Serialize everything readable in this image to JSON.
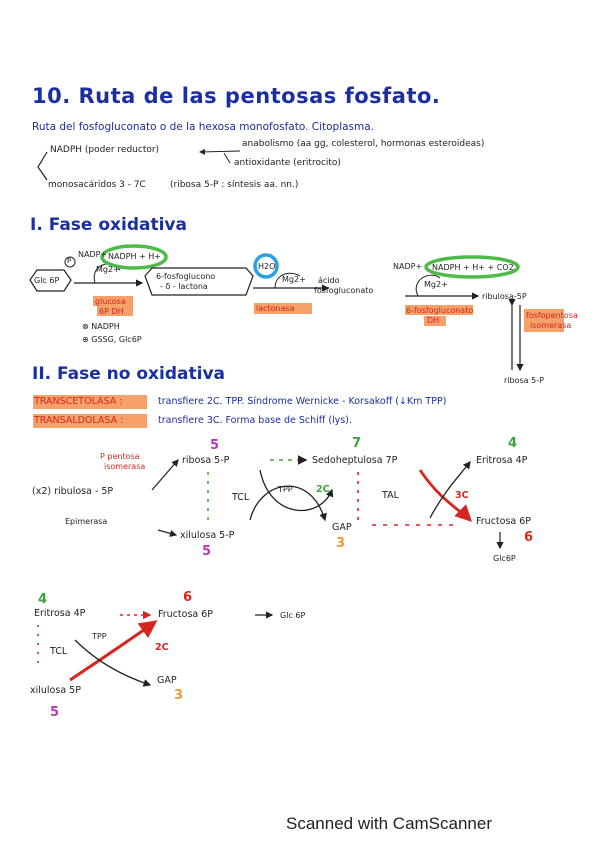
{
  "header": {
    "title": "10. Ruta de las pentosas fosfato.",
    "subtitle": "Ruta del fosfogluconato o de la hexosa monofosfato. Citoplasma.",
    "nadph_label": "NADPH (poder reductor)",
    "nadph_uses": [
      "anabolismo (aa gg, colesterol, hormonas esteroideas)",
      "antioxidante (eritrocito)"
    ],
    "monosac_label": "monosacáridos 3 - 7C",
    "monosac_note": "(ribosa 5-P : síntesis aa. nn.)"
  },
  "oxidative": {
    "heading": "I. Fase oxidativa",
    "p_mark": "P",
    "glc6p": "Glc 6P",
    "nadp1": "NADP+",
    "nadph1": "NADPH + H+",
    "mg1": "Mg2+",
    "product1_line1": "6-fosfoglucono",
    "product1_line2": "- δ - lactona",
    "enzyme1_line1": "glucosa",
    "enzyme1_line2": "6P DH",
    "inhib_minus": "⊗ NADPH",
    "inhib_plus": "⊕ GSSG, Glc6P",
    "h2o": "H2O",
    "mg2": "Mg2+",
    "lactonasa": "lactonasa",
    "acido_line1": "ácido",
    "acido_line2": "fosfogluconato",
    "nadp2": "NADP+",
    "nadph2": "NADPH + H+ + CO2",
    "mg3": "Mg2+",
    "enzyme3_line1": "6-fosfogluconato",
    "enzyme3_line2": "DH",
    "ribulosa": "ribulosa-5P",
    "isomerasa_line1": "fosfopentosa",
    "isomerasa_line2": "isomerasa",
    "ribosa5p": "ribosa 5-P"
  },
  "nonoxidative": {
    "heading": "II. Fase no oxidativa",
    "transcetolasa_label": "TRANSCETOLASA :",
    "transcetolasa_text": "transfiere 2C. TPP. Síndrome Wernicke - Korsakoff (↓Km TPP)",
    "transaldolasa_label": "TRANSALDOLASA :",
    "transaldolasa_text": "transfiere 3C. Forma base de Schiff (lys).",
    "pentosa_iso_line1": "P pentosa",
    "pentosa_iso_line2": "isomerasa",
    "epimerasa": "Epimerasa",
    "ribulosa_x2": "(x2) ribulosa - 5P",
    "ribosa5p": "ribosa 5-P",
    "xilulosa5p": "xilulosa 5-P",
    "sedoheptulosa": "Sedoheptulosa 7P",
    "gap": "GAP",
    "eritrosa": "Eritrosa 4P",
    "fructosa": "Fructosa 6P",
    "glc6p": "Glc6P",
    "tcl": "TCL",
    "tpp": "TPP",
    "two_c": "2C",
    "tal": "TAL",
    "three_c": "3C",
    "n5": "5",
    "n7": "7",
    "n4": "4",
    "n6": "6",
    "n3": "3",
    "n5b": "5"
  },
  "third": {
    "n4": "4",
    "n6": "6",
    "eritrosa": "Eritrosa 4P",
    "fructosa": "Fructosa 6P",
    "glc": "Glc 6P",
    "tpp": "TPP",
    "tcl": "TCL",
    "two_c": "2C",
    "gap": "GAP",
    "n3": "3",
    "xilulosa": "xilulosa 5P",
    "n5": "5"
  },
  "footer": {
    "scanner": "Scanned with CamScanner"
  }
}
